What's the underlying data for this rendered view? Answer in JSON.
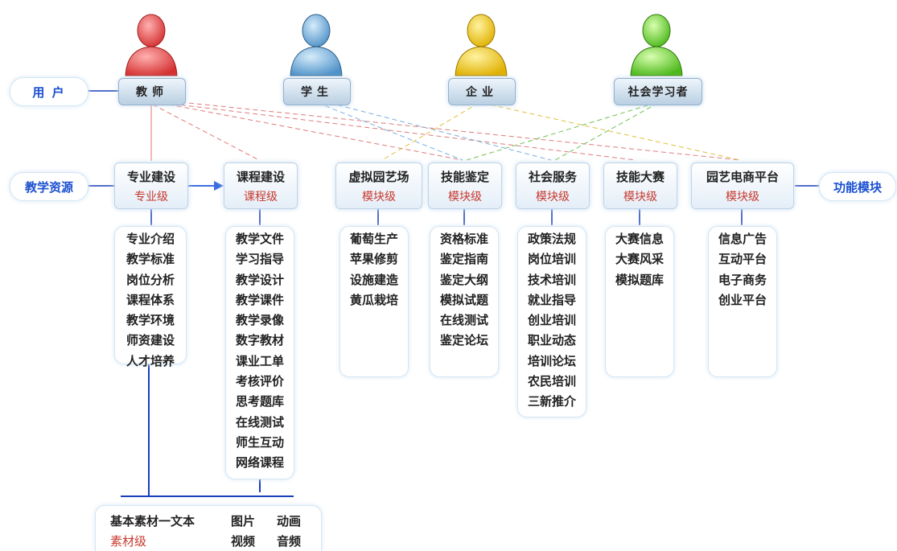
{
  "side_labels": {
    "users": "用  户",
    "resources": "教学资源",
    "functions": "功能模块"
  },
  "roles": {
    "teacher": "教师",
    "student": "学生",
    "enterprise": "企业",
    "public": "社会学习者"
  },
  "modules": [
    {
      "title": "专业建设",
      "level": "专业级",
      "items": [
        "专业介绍",
        "教学标准",
        "岗位分析",
        "课程体系",
        "教学环境",
        "师资建设",
        "人才培养"
      ]
    },
    {
      "title": "课程建设",
      "level": "课程级",
      "items": [
        "教学文件",
        "学习指导",
        "教学设计",
        "教学课件",
        "教学录像",
        "数字教材",
        "课业工单",
        "考核评价",
        "思考题库",
        "在线测试",
        "师生互动",
        "网络课程"
      ]
    },
    {
      "title": "虚拟园艺场",
      "level": "模块级",
      "items": [
        "葡萄生产",
        "苹果修剪",
        "设施建造",
        "黄瓜栽培"
      ]
    },
    {
      "title": "技能鉴定",
      "level": "模块级",
      "items": [
        "资格标准",
        "鉴定指南",
        "鉴定大纲",
        "模拟试题",
        "在线测试",
        "鉴定论坛"
      ]
    },
    {
      "title": "社会服务",
      "level": "模块级",
      "items": [
        "政策法规",
        "岗位培训",
        "技术培训",
        "就业指导",
        "创业培训",
        "职业动态",
        "培训论坛",
        "农民培训",
        "三新推介"
      ]
    },
    {
      "title": "技能大赛",
      "level": "模块级",
      "items": [
        "大赛信息",
        "大赛风采",
        "模拟题库"
      ]
    },
    {
      "title": "园艺电商平台",
      "level": "模块级",
      "items": [
        "信息广告",
        "互动平台",
        "电子商务",
        "创业平台"
      ]
    }
  ],
  "materials": {
    "text": "基本素材一文本",
    "image": "图片",
    "animation": "动画",
    "level": "素材级",
    "video": "视频",
    "audio": "音频"
  },
  "colors": {
    "teacher": "#e24a4a",
    "student": "#5aa6dc",
    "enterprise": "#f2c80f",
    "public": "#5ecb2a",
    "accent_blue": "#1a4fd0",
    "level_red": "#c83a2e"
  }
}
